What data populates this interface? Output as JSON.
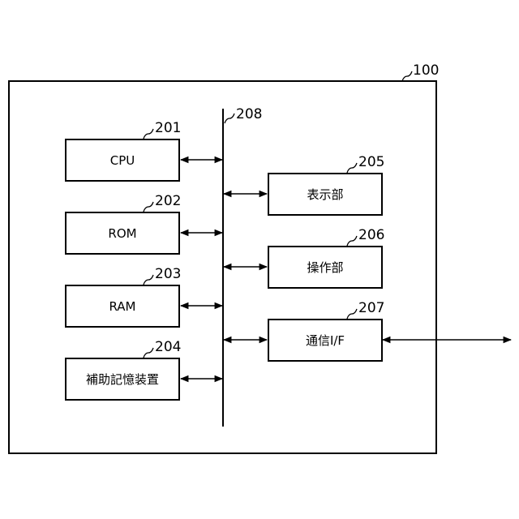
{
  "device": {
    "ref": "100"
  },
  "bus": {
    "ref": "208"
  },
  "blocks": [
    {
      "id": "cpu",
      "ref": "201",
      "label": "CPU"
    },
    {
      "id": "rom",
      "ref": "202",
      "label": "ROM"
    },
    {
      "id": "ram",
      "ref": "203",
      "label": "RAM"
    },
    {
      "id": "aux-storage",
      "ref": "204",
      "label": "補助記憶装置"
    },
    {
      "id": "display-unit",
      "ref": "205",
      "label": "表示部"
    },
    {
      "id": "operation-unit",
      "ref": "206",
      "label": "操作部"
    },
    {
      "id": "comm-if",
      "ref": "207",
      "label": "通信I/F"
    }
  ]
}
